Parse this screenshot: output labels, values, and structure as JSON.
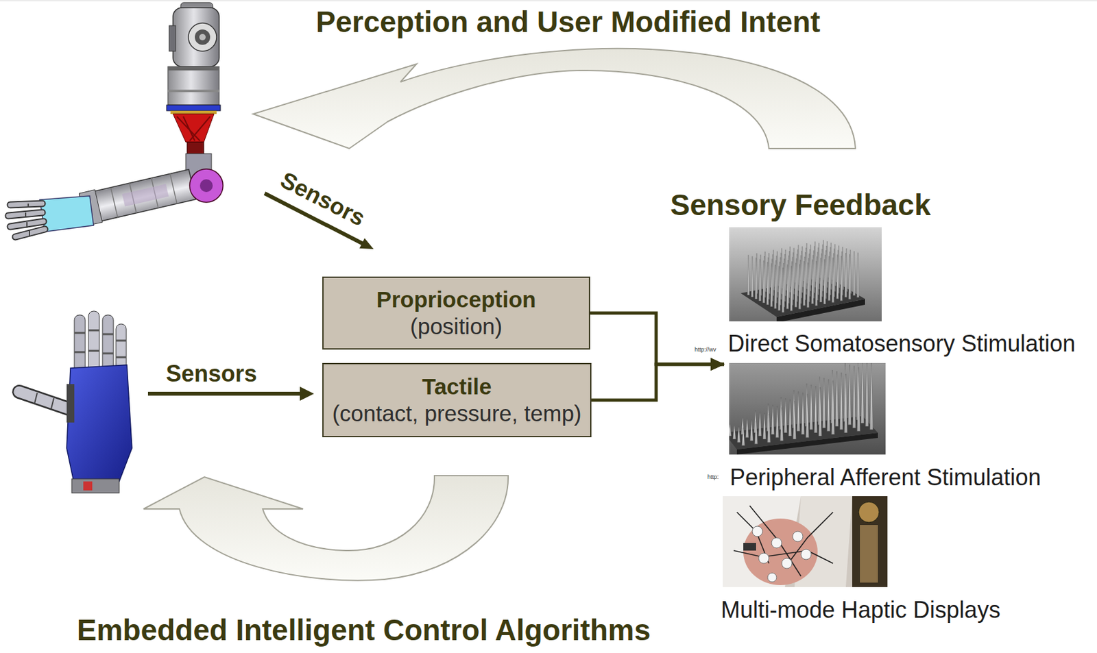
{
  "diagram": {
    "nodes": [
      {
        "text": [
          "Proprioception",
          "(position)"
        ]
      },
      {
        "text": [
          "Tactile",
          "(contact, pressure, temp)"
        ]
      },
      {
        "text": [
          "Direct Somatosensory Stimulation"
        ]
      },
      {
        "text": [
          "Peripheral Afferent Stimulation"
        ]
      },
      {
        "text": [
          "Multi-mode Haptic Displays"
        ]
      }
    ],
    "edges": [
      {
        "from": 0,
        "to": 2,
        "arrow": "to"
      },
      {
        "from": 1,
        "to": 2,
        "arrow": "to"
      }
    ],
    "labels": [
      "Perception and User Modified Intent",
      "Sensors",
      "Sensory Feedback",
      "Sensors",
      "http://wv",
      "http:",
      "Embedded Intelligent Control Algorithms"
    ]
  }
}
